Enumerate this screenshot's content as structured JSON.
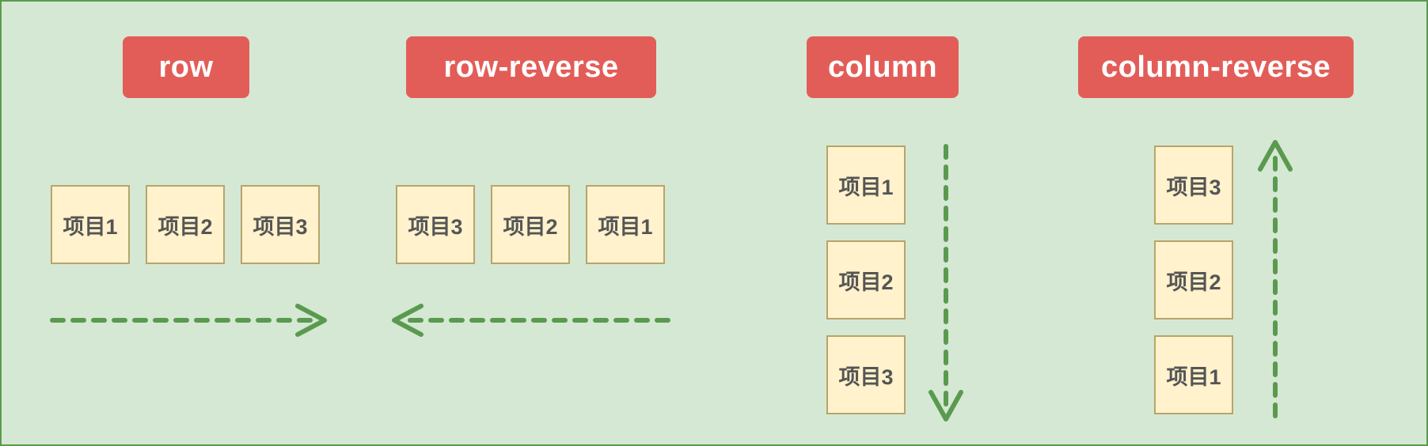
{
  "colors": {
    "background": "#d5e8d4",
    "border": "#5a9a4f",
    "label_bg": "#e35d58",
    "label_text": "#ffffff",
    "item_bg": "#fff2cc",
    "item_border": "#b8a46a",
    "arrow": "#5a9a4f"
  },
  "labels": {
    "row": "row",
    "row_reverse": "row-reverse",
    "column": "column",
    "column_reverse": "column-reverse"
  },
  "row_items": [
    "项目1",
    "项目2",
    "项目3"
  ],
  "row_reverse_items": [
    "项目3",
    "项目2",
    "项目1"
  ],
  "column_items": [
    "项目1",
    "项目2",
    "项目3"
  ],
  "column_reverse_items": [
    "项目3",
    "项目2",
    "项目1"
  ],
  "arrows": {
    "row": "right-arrow",
    "row_reverse": "left-arrow",
    "column": "down-arrow",
    "column_reverse": "up-arrow"
  }
}
